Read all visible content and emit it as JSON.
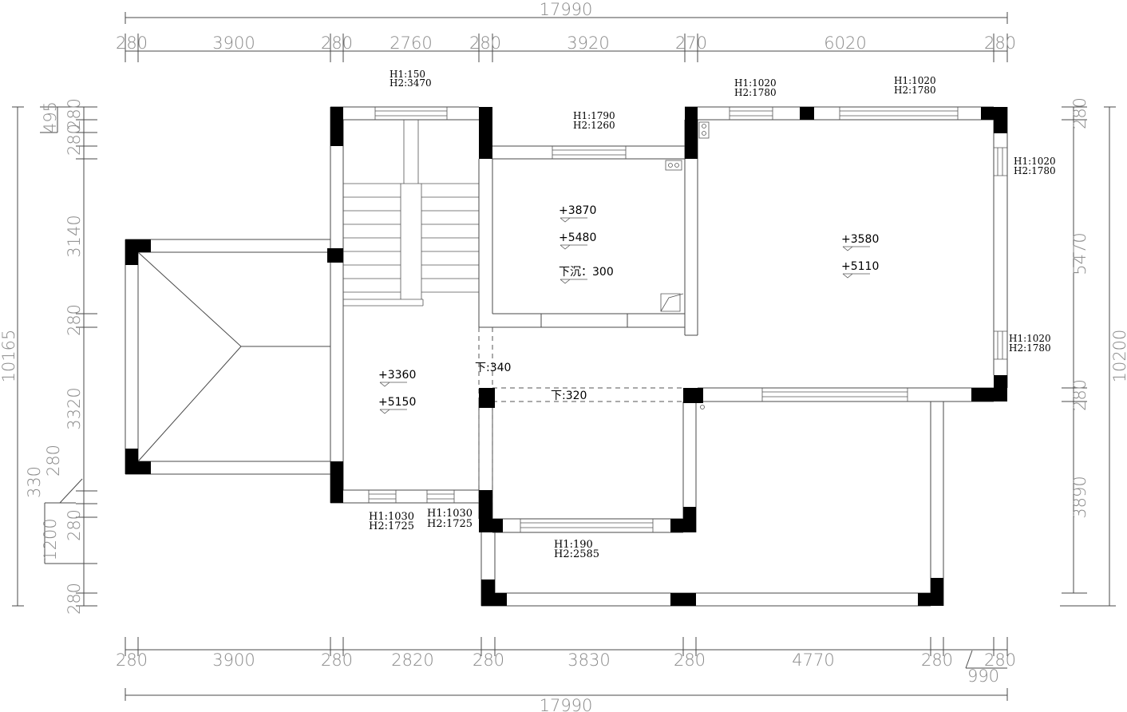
{
  "dimensions": {
    "top_total": "17990",
    "top": [
      "280",
      "3900",
      "280",
      "2760",
      "280",
      "3920",
      "270",
      "6020",
      "280"
    ],
    "bottom": [
      "280",
      "3900",
      "280",
      "2820",
      "280",
      "3830",
      "280",
      "4770",
      "280",
      "280"
    ],
    "bottom_extra": "990",
    "bottom_total": "17990",
    "left": [
      "495",
      "280",
      "280",
      "3140",
      "280",
      "3320",
      "330",
      "280",
      "1200",
      "280",
      "280"
    ],
    "left_total": "10165",
    "right": [
      "280",
      "5470",
      "280",
      "3890"
    ],
    "right_total": "10200"
  },
  "windows": {
    "w1": {
      "h1": "H1:150",
      "h2": "H2:3470"
    },
    "w2": {
      "h1": "H1:1790",
      "h2": "H2:1260"
    },
    "w3": {
      "h1": "H1:1020",
      "h2": "H2:1780"
    },
    "w4": {
      "h1": "H1:1020",
      "h2": "H2:1780"
    },
    "w5": {
      "h1": "H1:1020",
      "h2": "H2:1780"
    },
    "w6": {
      "h1": "H1:1020",
      "h2": "H2:1780"
    },
    "w7": {
      "h1": "H1:1030",
      "h2": "H2:1725"
    },
    "w8": {
      "h1": "H1:1030",
      "h2": "H2:1725"
    },
    "w9": {
      "h1": "H1:190",
      "h2": "H2:2585"
    }
  },
  "levels": {
    "room_a_1": "+3870",
    "room_a_2": "+5480",
    "room_a_sink": "下沉：300",
    "room_b_1": "+3580",
    "room_b_2": "+5110",
    "hall_1": "+3360",
    "hall_2": "+5150",
    "step_1": "下:340",
    "step_2": "下:320"
  }
}
